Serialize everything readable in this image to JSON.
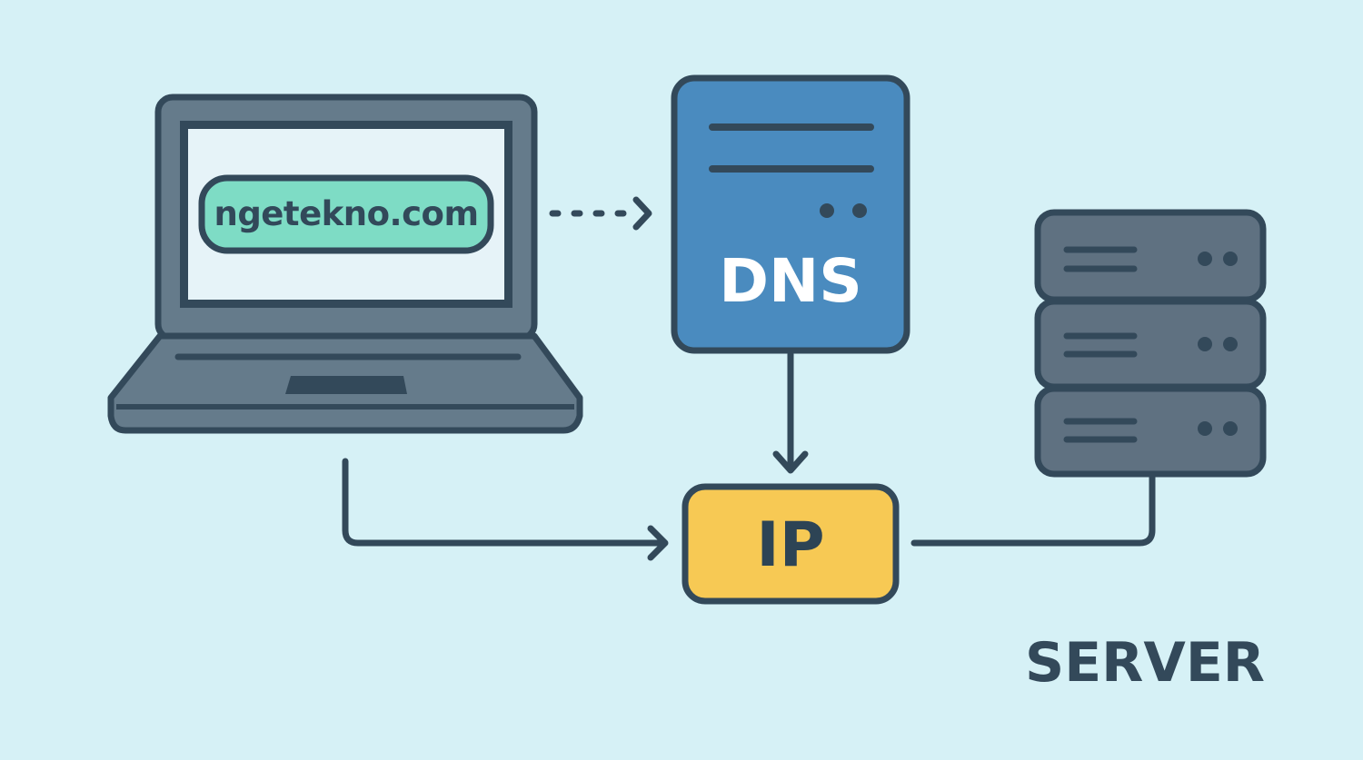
{
  "browser": {
    "url": "ngetekno.com"
  },
  "dns": {
    "label": "DNS"
  },
  "ip": {
    "label": "IP"
  },
  "server": {
    "label": "SERVER"
  },
  "colors": {
    "background": "#d6f1f6",
    "outline": "#33495a",
    "laptop_body": "#657b8b",
    "screen": "#e6f3f8",
    "url_pill": "#7edcc5",
    "dns_box": "#4a8bbf",
    "ip_box": "#f7c954",
    "server_unit": "#5f7181"
  },
  "icons": {
    "laptop": "laptop-icon",
    "dns": "dns-server-icon",
    "server": "server-rack-icon"
  }
}
